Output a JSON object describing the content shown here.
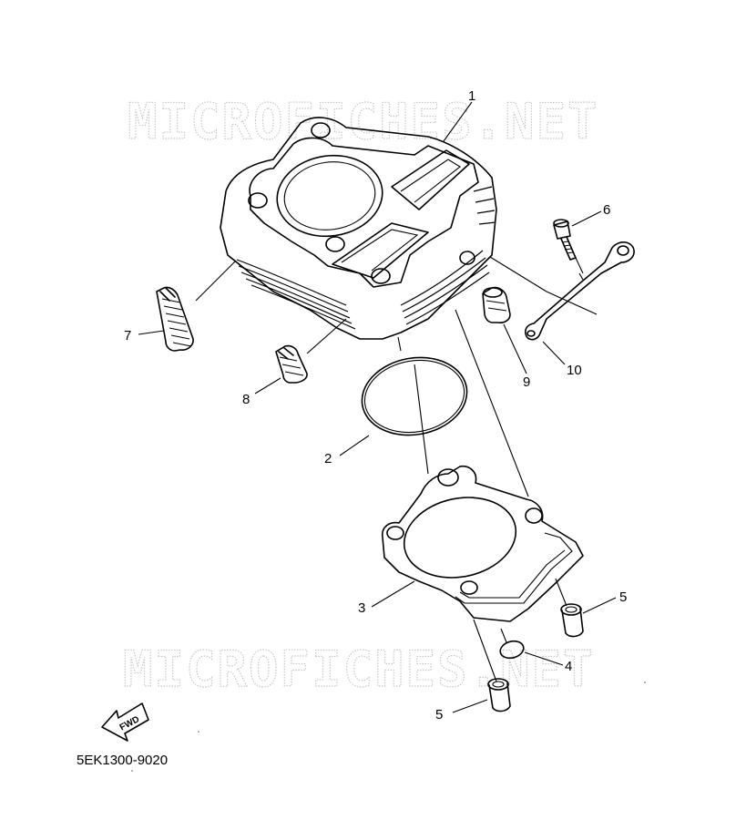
{
  "watermark": {
    "text": "MICROFICHES.NET"
  },
  "callouts": [
    {
      "id": "1",
      "label": "1"
    },
    {
      "id": "2",
      "label": "2"
    },
    {
      "id": "3",
      "label": "3"
    },
    {
      "id": "4",
      "label": "4"
    },
    {
      "id": "5a",
      "label": "5"
    },
    {
      "id": "5b",
      "label": "5"
    },
    {
      "id": "6",
      "label": "6"
    },
    {
      "id": "7",
      "label": "7"
    },
    {
      "id": "8",
      "label": "8"
    },
    {
      "id": "9",
      "label": "9"
    },
    {
      "id": "10",
      "label": "10"
    }
  ],
  "fwd_label": "FWD",
  "diagram_code": "5EK1300-9020"
}
